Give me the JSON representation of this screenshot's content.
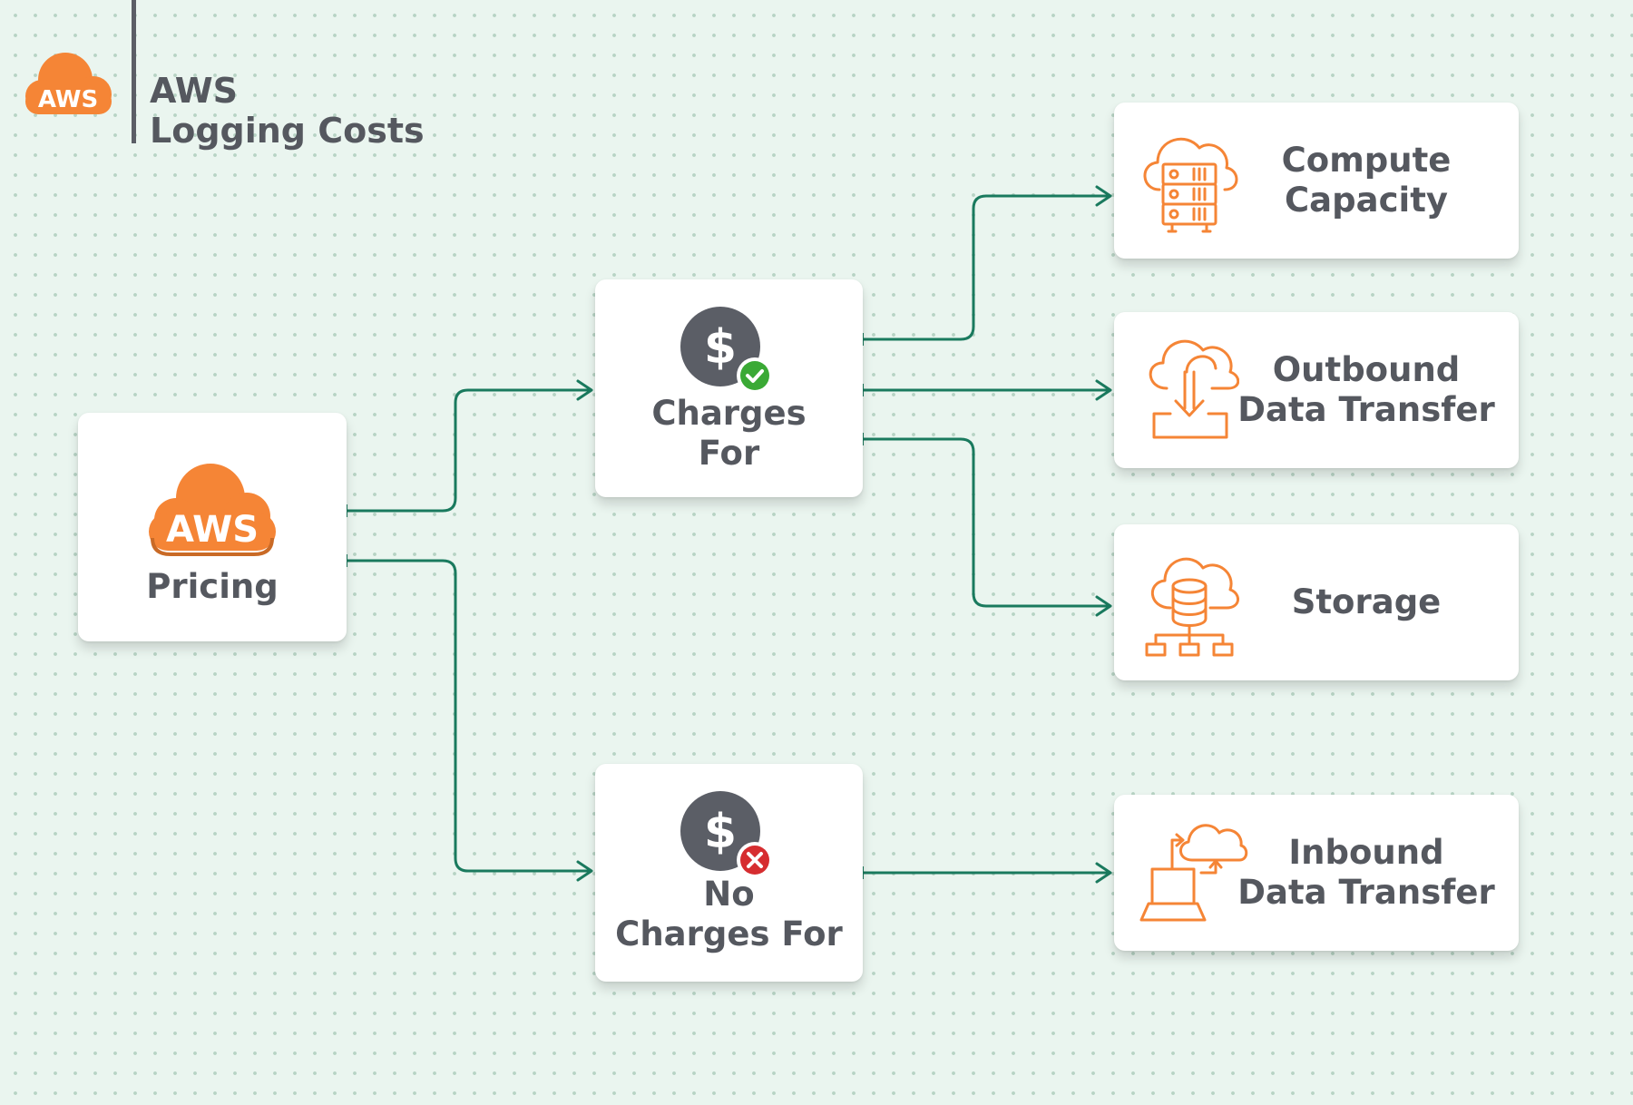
{
  "header": {
    "logo_text": "AWS",
    "title_line1": "AWS",
    "title_line2": "Logging Costs"
  },
  "nodes": {
    "pricing": {
      "logo_text": "AWS",
      "label": "Pricing"
    },
    "charges": {
      "label_line1": "Charges",
      "label_line2": "For"
    },
    "no_charges": {
      "label_line1": "No",
      "label_line2": "Charges For"
    }
  },
  "targets": {
    "compute": {
      "line1": "Compute",
      "line2": "Capacity"
    },
    "outbound": {
      "line1": "Outbound",
      "line2": "Data Transfer"
    },
    "storage": {
      "line1": "Storage"
    },
    "inbound": {
      "line1": "Inbound",
      "line2": "Data Transfer"
    }
  },
  "colors": {
    "aws_orange": "#f58536",
    "connector": "#1a7a5e",
    "coin": "#5b5e66",
    "check": "#3aa935",
    "cross": "#d62d30",
    "text": "#55585f"
  }
}
